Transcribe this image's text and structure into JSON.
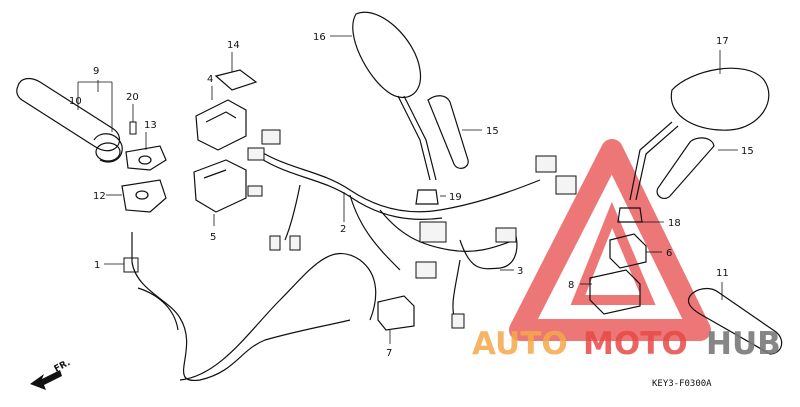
{
  "callouts": {
    "c1": "1",
    "c2": "2",
    "c3": "3",
    "c4": "4",
    "c5": "5",
    "c6": "6",
    "c7": "7",
    "c8": "8",
    "c9": "9",
    "c10": "10",
    "c11": "11",
    "c12": "12",
    "c13": "13",
    "c14": "14",
    "c15a": "15",
    "c15b": "15",
    "c16": "16",
    "c17": "17",
    "c18": "18",
    "c19": "19",
    "c20": "20"
  },
  "direction_label": "FR.",
  "diagram_code": "KEY3-F0300A",
  "watermark": {
    "part1": "AUTO",
    "part2": "MOTO",
    "part3": "HUB"
  },
  "colors": {
    "watermark_red": "#e84a4a",
    "watermark_orange": "#f5a94a",
    "watermark_grey": "#7a7a7a"
  }
}
